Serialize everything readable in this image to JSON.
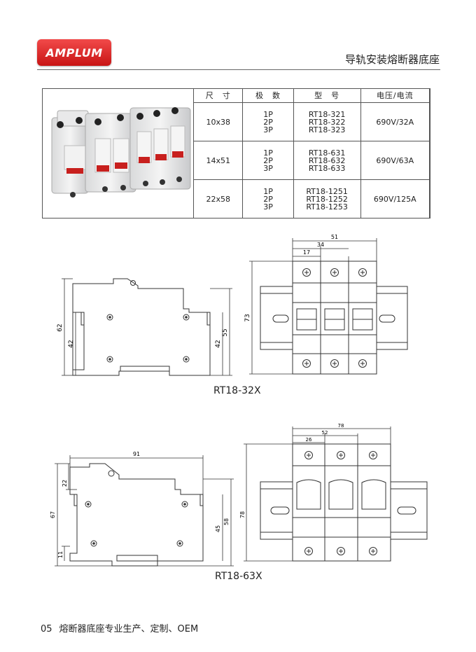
{
  "header": {
    "brand": "AMPLUM",
    "title": "导轨安装熔断器底座"
  },
  "spec_table": {
    "headers": [
      "尺　寸",
      "极　数",
      "型　号",
      "电压/电流"
    ],
    "rows": [
      {
        "size": "10x38",
        "poles": [
          "1P",
          "2P",
          "3P"
        ],
        "models": [
          "RT18-321",
          "RT18-322",
          "RT18-323"
        ],
        "rating": "690V/32A"
      },
      {
        "size": "14x51",
        "poles": [
          "1P",
          "2P",
          "3P"
        ],
        "models": [
          "RT18-631",
          "RT18-632",
          "RT18-633"
        ],
        "rating": "690V/63A"
      },
      {
        "size": "22x58",
        "poles": [
          "1P",
          "2P",
          "3P"
        ],
        "models": [
          "RT18-1251",
          "RT18-1252",
          "RT18-1253"
        ],
        "rating": "690V/125A"
      }
    ]
  },
  "drawing_32": {
    "label": "RT18-32X",
    "side_dims": {
      "total_height": "62",
      "inner_left": "42",
      "inner_right": "42",
      "right_height": "55"
    },
    "front_dims": {
      "width_total": "51",
      "width_two": "34",
      "width_one": "17",
      "height": "73"
    }
  },
  "drawing_63": {
    "label": "RT18-63X",
    "side_dims": {
      "width": "91",
      "top": "22",
      "total_height": "67",
      "bottom": "11",
      "inner_right": "45",
      "right_height": "58"
    },
    "front_dims": {
      "width_total": "78",
      "width_two": "52",
      "width_one": "26",
      "height": "78"
    }
  },
  "footer": {
    "page_number": "05",
    "text": "熔断器底座专业生产、定制、OEM"
  },
  "colors": {
    "brand_red": "#d81c1c",
    "indicator_red": "#c8201e",
    "line": "#444444"
  }
}
